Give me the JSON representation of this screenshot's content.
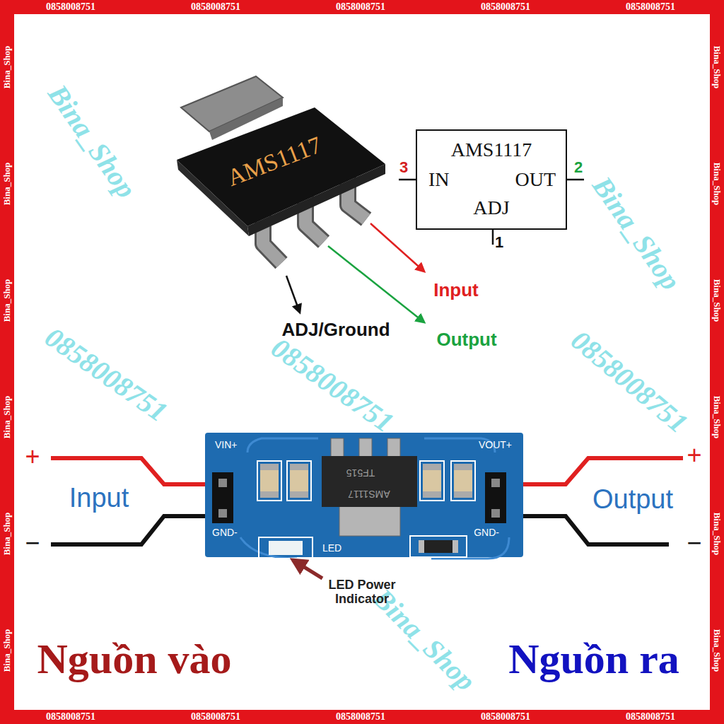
{
  "diagram": {
    "nodes": [
      {
        "text": [
          "AMS1117",
          "IN",
          "OUT",
          "ADJ"
        ]
      },
      {
        "text": [
          "VIN+",
          "GND-",
          "VOUT+",
          "GND-",
          "LED"
        ]
      }
    ],
    "labels": [
      "0858008751",
      "0858008751",
      "0858008751",
      "0858008751",
      "0858008751",
      "0858008751",
      "0858008751",
      "0858008751",
      "0858008751",
      "0858008751",
      "Bina_Shop",
      "Bina_Shop",
      "Bina_Shop",
      "Bina_Shop",
      "Bina_Shop",
      "Bina_Shop",
      "Bina_Shop",
      "Bina_Shop",
      "Bina_Shop",
      "Bina_Shop",
      "Bina_Shop",
      "Bina_Shop",
      "Bina_Shop",
      "0858008751",
      "Bina_Shop",
      "0858008751",
      "Bina_Shop",
      "0858008751",
      "AMS1117",
      "3",
      "2",
      "1",
      "Input",
      "Output",
      "ADJ/Ground",
      "+",
      "−",
      "Input",
      "+",
      "−",
      "Output",
      "AMS1117",
      "TF515",
      "LED Power Indicator",
      "Nguồn vào",
      "Nguồn ra"
    ]
  }
}
